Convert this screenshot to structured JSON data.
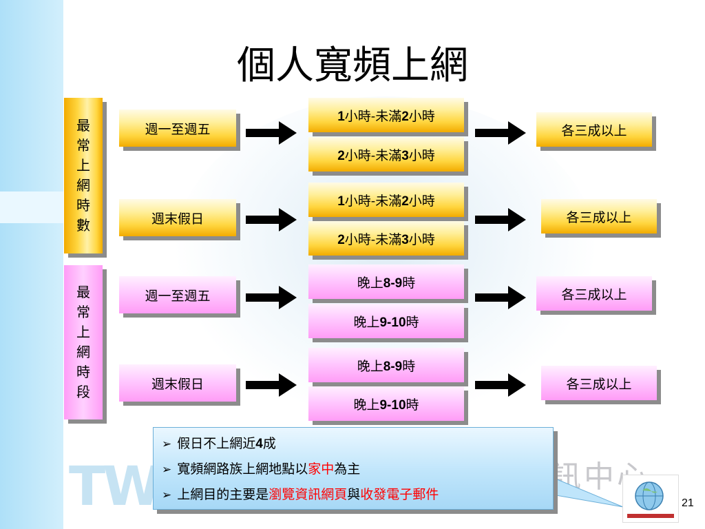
{
  "title": "個人寬頻上網",
  "groups": [
    {
      "label": [
        "最",
        "常",
        "上",
        "網",
        "時",
        "數"
      ]
    },
    {
      "label": [
        "最",
        "常",
        "上",
        "網",
        "時",
        "段"
      ]
    }
  ],
  "rows": [
    {
      "left": "週一至週五",
      "mid": [
        {
          "pre": "",
          "b1": "1",
          "m1": "小時-未滿",
          "b2": "2",
          "m2": "小時"
        },
        {
          "pre": "",
          "b1": "2",
          "m1": "小時-未滿",
          "b2": "3",
          "m2": "小時"
        }
      ],
      "right": "各三成以上"
    },
    {
      "left": "週末假日",
      "mid": [
        {
          "pre": "",
          "b1": "1",
          "m1": "小時-未滿",
          "b2": "2",
          "m2": "小時"
        },
        {
          "pre": "",
          "b1": "2",
          "m1": "小時-未滿",
          "b2": "3",
          "m2": "小時"
        }
      ],
      "right": "各三成以上"
    },
    {
      "left": "週一至週五",
      "mid": [
        {
          "pre": "晚上",
          "b1": "8-9",
          "m1": "時",
          "b2": "",
          "m2": ""
        },
        {
          "pre": "晚上",
          "b1": "9-10",
          "m1": "時",
          "b2": "",
          "m2": ""
        }
      ],
      "right": "各三成以上"
    },
    {
      "left": "週末假日",
      "mid": [
        {
          "pre": "晚上",
          "b1": "8-9",
          "m1": "時",
          "b2": "",
          "m2": ""
        },
        {
          "pre": "晚上",
          "b1": "9-10",
          "m1": "時",
          "b2": "",
          "m2": ""
        }
      ],
      "right": "各三成以上"
    }
  ],
  "notes": [
    {
      "t1": "假日不上網近",
      "b": "4",
      "t2": "成",
      "r1": "",
      "t3": "",
      "r2": ""
    },
    {
      "t1": "寬頻網路族上網地點以",
      "b": "",
      "t2": "",
      "r1": "家中",
      "t3": "為主",
      "r2": ""
    },
    {
      "t1": "上網目的主要是",
      "b": "",
      "t2": "",
      "r1": "瀏覽資訊網頁",
      "t3": "與",
      "r2": "收發電子郵件"
    }
  ],
  "background": {
    "tw": "TW",
    "zh": "訊中心"
  },
  "page_number": "21",
  "colors": {
    "yellow": "#ffd640",
    "pink": "#ffc8ff",
    "note_blue": "#bfe5fb",
    "accent_red": "#ff0000",
    "stripe": "#aee0f8"
  }
}
